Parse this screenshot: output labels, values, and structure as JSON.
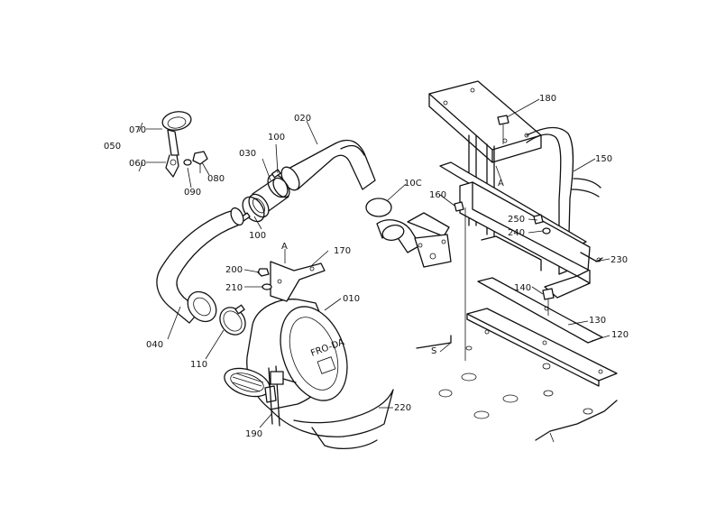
{
  "diagram": {
    "labels": [
      {
        "id": "p050",
        "text": "050"
      },
      {
        "id": "p070",
        "text": "070"
      },
      {
        "id": "p060",
        "text": "060"
      },
      {
        "id": "p090",
        "text": "090"
      },
      {
        "id": "p080",
        "text": "080"
      },
      {
        "id": "p030",
        "text": "030"
      },
      {
        "id": "p100a",
        "text": "100"
      },
      {
        "id": "p100b",
        "text": "100"
      },
      {
        "id": "p020",
        "text": "020"
      },
      {
        "id": "p100c",
        "text": "10C"
      },
      {
        "id": "p180",
        "text": "180"
      },
      {
        "id": "p150",
        "text": "150"
      },
      {
        "id": "pA1",
        "text": "A"
      },
      {
        "id": "p160",
        "text": "160"
      },
      {
        "id": "p250",
        "text": "250"
      },
      {
        "id": "p240",
        "text": "240"
      },
      {
        "id": "p230",
        "text": "230"
      },
      {
        "id": "pA2",
        "text": "A"
      },
      {
        "id": "p170",
        "text": "170"
      },
      {
        "id": "p200",
        "text": "200"
      },
      {
        "id": "p210",
        "text": "210"
      },
      {
        "id": "p010",
        "text": "010"
      },
      {
        "id": "p040",
        "text": "040"
      },
      {
        "id": "p110",
        "text": "110"
      },
      {
        "id": "p190",
        "text": "190"
      },
      {
        "id": "p220",
        "text": "220"
      },
      {
        "id": "p140",
        "text": "140"
      },
      {
        "id": "p130",
        "text": "130"
      },
      {
        "id": "p120",
        "text": "120"
      },
      {
        "id": "pmark",
        "text": "S"
      }
    ],
    "housing_text": "FRO-DA"
  }
}
